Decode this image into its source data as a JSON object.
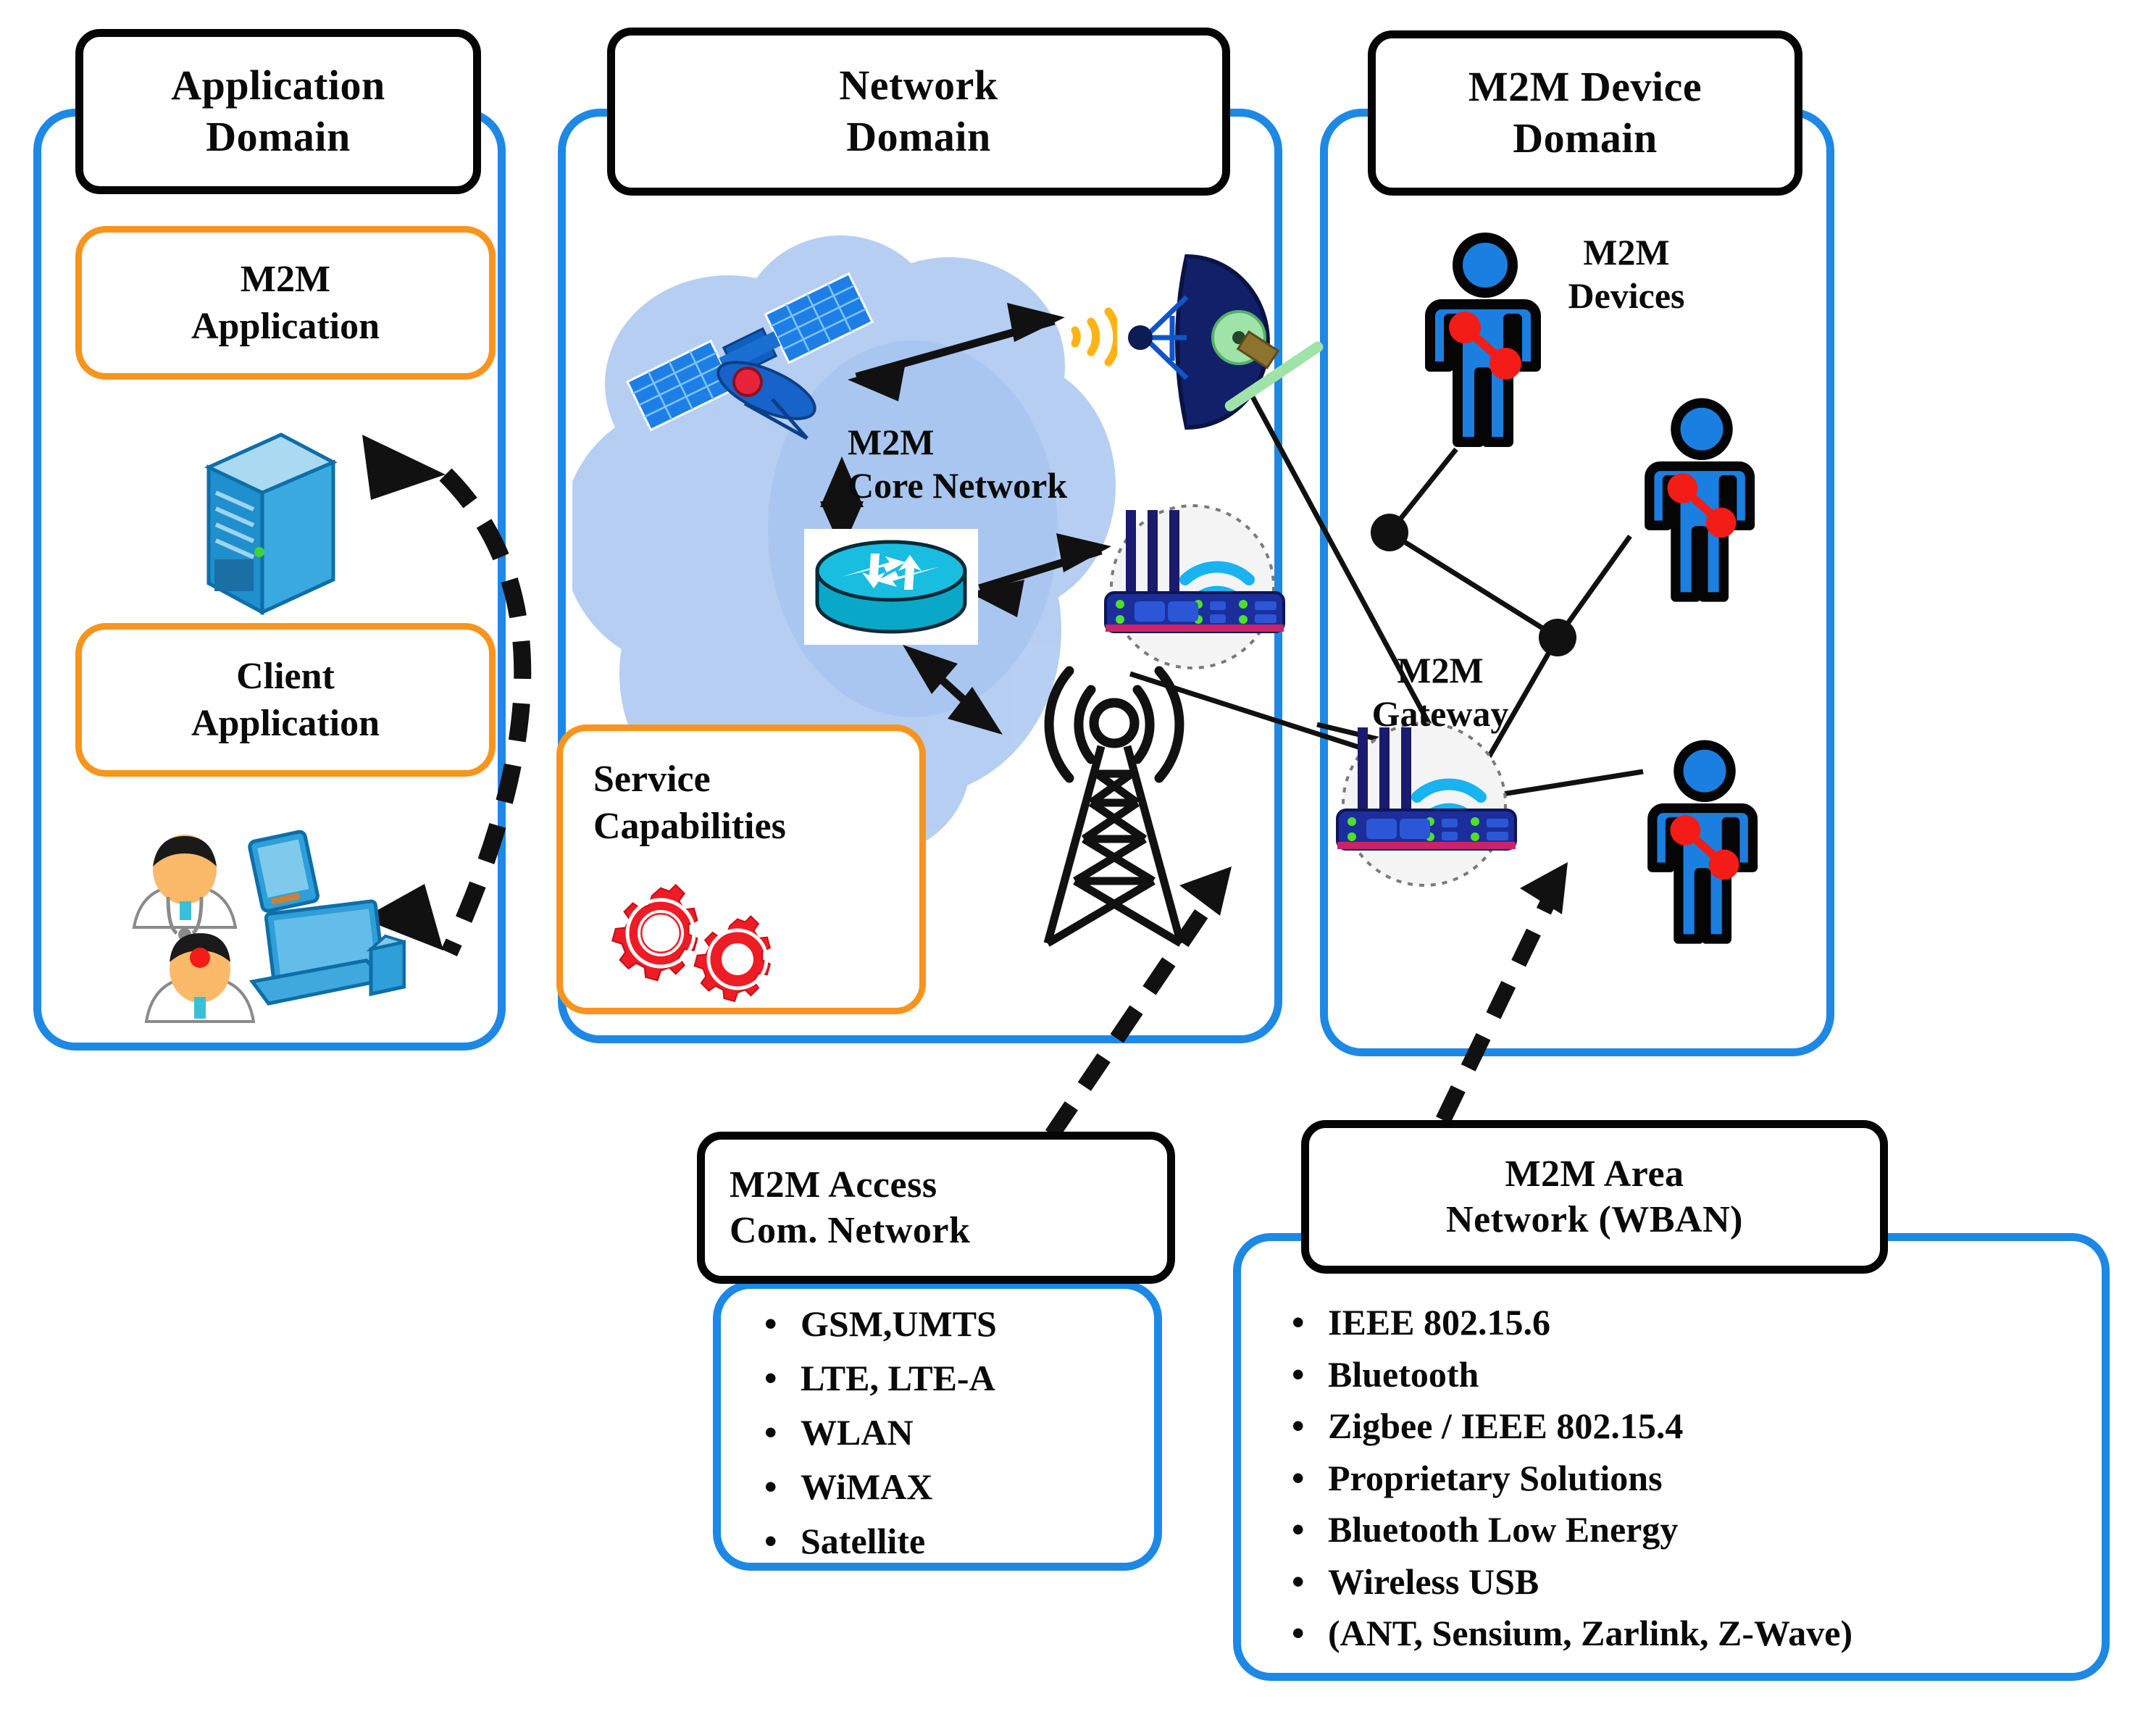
{
  "domains": [
    {
      "id": "application",
      "title": "Application\nDomain"
    },
    {
      "id": "network",
      "title": "Network\nDomain"
    },
    {
      "id": "device",
      "title": "M2M Device\nDomain"
    }
  ],
  "application_domain": {
    "title": "Application\nDomain",
    "m2m_application": "M2M\nApplication",
    "client_application": "Client\nApplication",
    "server_icon": "server-icon",
    "doctor_icon": "doctor-with-computer-icon",
    "sync_arrow": "curved-double-arrow"
  },
  "network_domain": {
    "title": "Network\nDomain",
    "core_network_label": "M2M\nCore Network",
    "service_capabilities": "Service\nCapabilities",
    "icons": {
      "satellite": "satellite-icon",
      "router": "router-icon",
      "dish": "satellite-dish-icon",
      "wifi_router": "wifi-router-icon",
      "cell_tower": "cell-tower-icon",
      "gears": "gears-icon"
    }
  },
  "device_domain": {
    "title": "M2M Device\nDomain",
    "devices_label": "M2M\nDevices",
    "gateway_label": "M2M\nGateway",
    "body_sensor_count": 3,
    "icons": {
      "person": "person-with-body-sensor-icon",
      "gateway": "wifi-router-icon",
      "mesh_node": "mesh-node-icon"
    }
  },
  "access_network_box": {
    "title": "M2M Access\nCom. Network",
    "items": [
      "GSM,UMTS",
      "LTE, LTE-A",
      "WLAN",
      "WiMAX",
      "Satellite"
    ]
  },
  "area_network_box": {
    "title": "M2M Area\nNetwork (WBAN)",
    "items": [
      "IEEE 802.15.6",
      " Bluetooth",
      "Zigbee / IEEE 802.15.4",
      "Proprietary Solutions",
      "Bluetooth Low Energy",
      " Wireless USB",
      "(ANT, Sensium, Zarlink, Z-Wave)"
    ]
  },
  "bullet_char": "•",
  "colors": {
    "panel_border": "#1e88e5",
    "title_border": "#050505",
    "accent_orange": "#f7941e",
    "gear_red": "#ee1c25",
    "cloud_blue": "#aecbf2",
    "device_blue": "#1a7fe0",
    "sensor_red": "#f41c16",
    "dish_navy": "#112069",
    "dish_green": "#9fe3a8",
    "signal_yellow": "#fcb415",
    "router_cyan": "#17b6e8",
    "server_blue": "#2b9ad6"
  }
}
